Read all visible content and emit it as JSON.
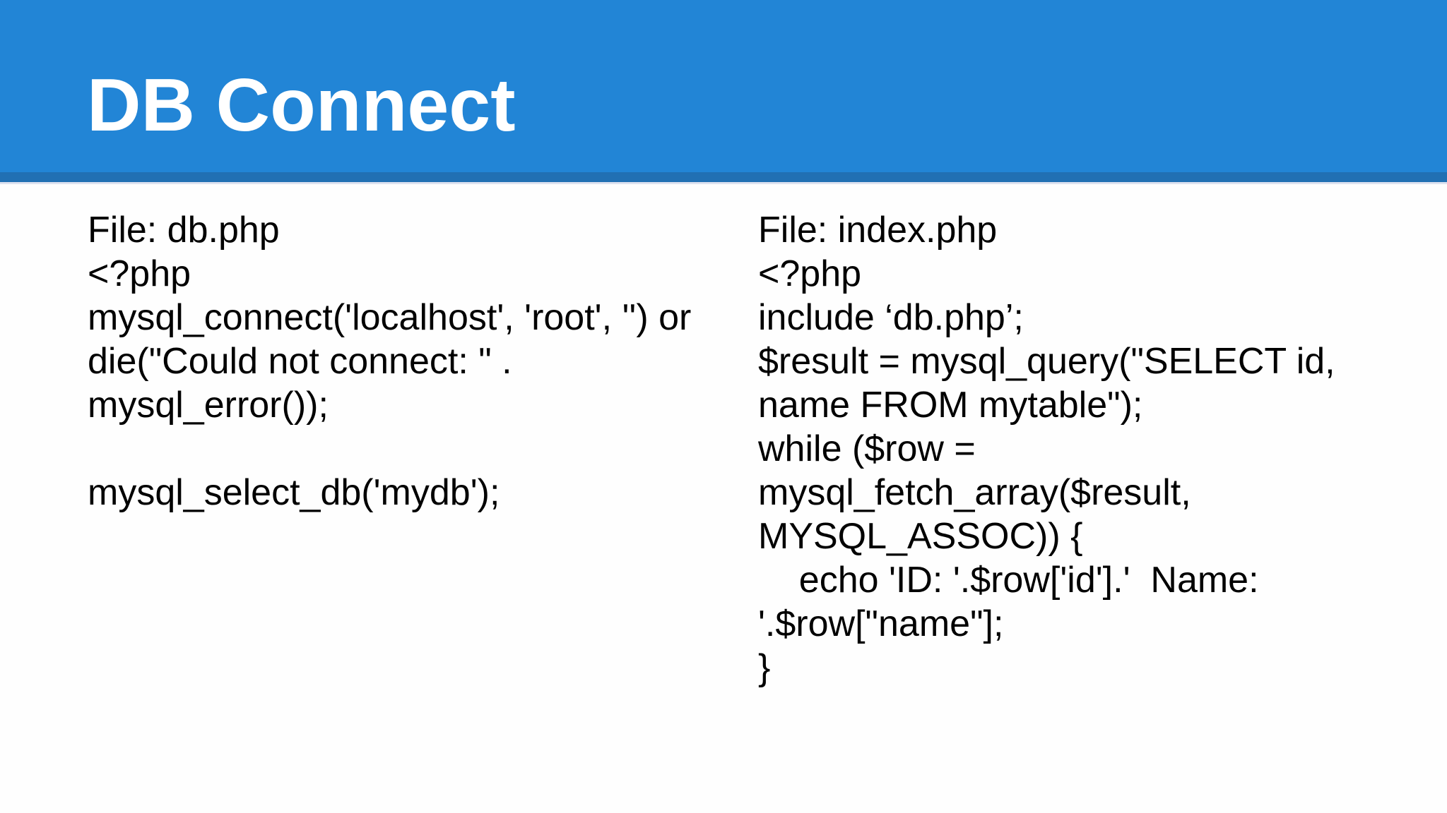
{
  "slide": {
    "title": "DB Connect",
    "colors": {
      "header_bg": "#2285d6",
      "header_strip": "#2170b3",
      "title_color": "#ffffff",
      "body_bg": "#fefefe",
      "text_color": "#000000"
    },
    "left_code": {
      "file_label": "File: db.php",
      "lines": [
        "File: db.php",
        "<?php",
        "mysql_connect('localhost', 'root', '') or",
        "die(\"Could not connect: \" .",
        "mysql_error());",
        "",
        "mysql_select_db('mydb');"
      ]
    },
    "right_code": {
      "file_label": "File: index.php",
      "lines": [
        "File: index.php",
        "<?php",
        "include ‘db.php’;",
        "$result = mysql_query(\"SELECT id,",
        "name FROM mytable\");",
        "while ($row =",
        "mysql_fetch_array($result,",
        "MYSQL_ASSOC)) {",
        "    echo 'ID: '.$row['id'].'  Name:",
        "'.$row[\"name\"];",
        "}"
      ]
    }
  }
}
